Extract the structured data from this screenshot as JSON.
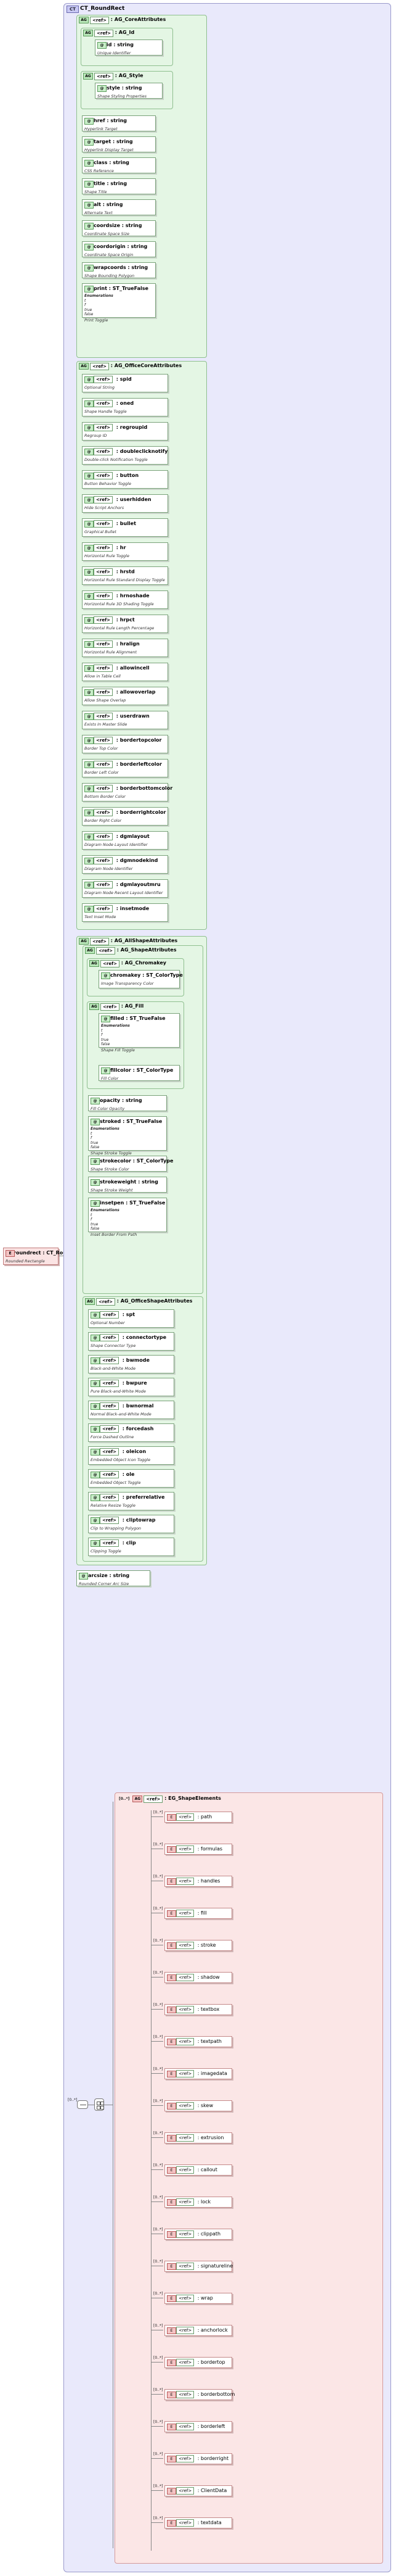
{
  "root": {
    "name": "roundrect",
    "type": "CT_RoundRect",
    "doc": "Rounded Rectangle"
  },
  "ct": {
    "badge": "CT",
    "title": "CT_RoundRect"
  },
  "labels": {
    "attr_badge": "@",
    "group_badge": "AG",
    "element_badge": "E",
    "ref_tag": "<ref>",
    "multiplicity": "[0..*]",
    "seq_symbol": "1..*",
    "choice_multiplicity": "[0..*]",
    "enum_head": "Enumerations"
  },
  "core": {
    "title": "AG_CoreAttributes",
    "id_group": {
      "title": "AG_Id",
      "attr": "id",
      "type": "string",
      "doc": "Unique Identifier"
    },
    "style_group": {
      "title": "AG_Style",
      "attr": "style",
      "type": "string",
      "doc": "Shape Styling Properties"
    },
    "attrs": [
      {
        "name": "href",
        "type": "string",
        "doc": "Hyperlink Target"
      },
      {
        "name": "target",
        "type": "string",
        "doc": "Hyperlink Display Target"
      },
      {
        "name": "class",
        "type": "string",
        "doc": "CSS Reference"
      },
      {
        "name": "title",
        "type": "string",
        "doc": "Shape Title"
      },
      {
        "name": "alt",
        "type": "string",
        "doc": "Alternate Text"
      },
      {
        "name": "coordsize",
        "type": "string",
        "doc": "Coordinate Space Size"
      },
      {
        "name": "coordorigin",
        "type": "string",
        "doc": "Coordinate Space Origin"
      },
      {
        "name": "wrapcoords",
        "type": "string",
        "doc": "Shape Bounding Polygon"
      },
      {
        "name": "print",
        "type": "ST_TrueFalse",
        "doc": "Print Toggle",
        "enums": [
          "t",
          "f",
          "true",
          "false"
        ]
      }
    ]
  },
  "office": {
    "title": "AG_OfficeCoreAttributes",
    "attrs": [
      {
        "name": "spid",
        "doc": "Optional String"
      },
      {
        "name": "oned",
        "doc": "Shape Handle Toggle"
      },
      {
        "name": "regroupid",
        "doc": "Regroup ID"
      },
      {
        "name": "doubleclicknotify",
        "doc": "Double-click Notification Toggle"
      },
      {
        "name": "button",
        "doc": "Button Behavior Toggle"
      },
      {
        "name": "userhidden",
        "doc": "Hide Script Anchors"
      },
      {
        "name": "bullet",
        "doc": "Graphical Bullet"
      },
      {
        "name": "hr",
        "doc": "Horizontal Rule Toggle"
      },
      {
        "name": "hrstd",
        "doc": "Horizontal Rule Standard Display Toggle"
      },
      {
        "name": "hrnoshade",
        "doc": "Horizontal Rule 3D Shading Toggle"
      },
      {
        "name": "hrpct",
        "doc": "Horizontal Rule Length Percentage"
      },
      {
        "name": "hralign",
        "doc": "Horizontal Rule Alignment"
      },
      {
        "name": "allowincell",
        "doc": "Allow in Table Cell"
      },
      {
        "name": "allowoverlap",
        "doc": "Allow Shape Overlap"
      },
      {
        "name": "userdrawn",
        "doc": "Exists In Master Slide"
      },
      {
        "name": "bordertopcolor",
        "doc": "Border Top Color"
      },
      {
        "name": "borderleftcolor",
        "doc": "Border Left Color"
      },
      {
        "name": "borderbottomcolor",
        "doc": "Bottom Border Color"
      },
      {
        "name": "borderrightcolor",
        "doc": "Border Right Color"
      },
      {
        "name": "dgmlayout",
        "doc": "Diagram Node Layout Identifier"
      },
      {
        "name": "dgmnodekind",
        "doc": "Diagram Node Identifier"
      },
      {
        "name": "dgmlayoutmru",
        "doc": "Diagram Node Recent Layout Identifier"
      },
      {
        "name": "insetmode",
        "doc": "Text Inset Mode"
      }
    ]
  },
  "all": {
    "title": "AG_AllShapeAttributes"
  },
  "shape": {
    "title": "AG_ShapeAttributes",
    "chroma": {
      "title": "AG_Chromakey",
      "attr": "chromakey",
      "type": "ST_ColorType",
      "doc": "Image Transparency Color"
    },
    "fill": {
      "title": "AG_Fill",
      "filled": {
        "name": "filled",
        "type": "ST_TrueFalse",
        "doc": "Shape Fill Toggle",
        "enums": [
          "t",
          "f",
          "true",
          "false"
        ]
      },
      "fillcolor": {
        "name": "fillcolor",
        "type": "ST_ColorType",
        "doc": "Fill Color"
      }
    },
    "attrs": [
      {
        "name": "opacity",
        "type": "string",
        "doc": "Fill Color Opacity"
      },
      {
        "name": "stroked",
        "type": "ST_TrueFalse",
        "doc": "Shape Stroke Toggle",
        "enums": [
          "t",
          "f",
          "true",
          "false"
        ]
      },
      {
        "name": "strokecolor",
        "type": "ST_ColorType",
        "doc": "Shape Stroke Color"
      },
      {
        "name": "strokeweight",
        "type": "string",
        "doc": "Shape Stroke Weight"
      },
      {
        "name": "insetpen",
        "type": "ST_TrueFalse",
        "doc": "Inset Border From Path",
        "enums": [
          "t",
          "f",
          "true",
          "false"
        ]
      }
    ]
  },
  "oshape": {
    "title": "AG_OfficeShapeAttributes",
    "attrs": [
      {
        "name": "spt",
        "doc": "Optional Number"
      },
      {
        "name": "connectortype",
        "doc": "Shape Connector Type"
      },
      {
        "name": "bwmode",
        "doc": "Black-and-White Mode"
      },
      {
        "name": "bwpure",
        "doc": "Pure Black-and-White Mode"
      },
      {
        "name": "bwnormal",
        "doc": "Normal Black-and-White Mode"
      },
      {
        "name": "forcedash",
        "doc": "Force Dashed Outline"
      },
      {
        "name": "oleicon",
        "doc": "Embedded Object Icon Toggle"
      },
      {
        "name": "ole",
        "doc": "Embedded Object Toggle"
      },
      {
        "name": "preferrelative",
        "doc": "Relative Resize Toggle"
      },
      {
        "name": "cliptowrap",
        "doc": "Clip to Wrapping Polygon"
      },
      {
        "name": "clip",
        "doc": "Clipping Toggle"
      }
    ]
  },
  "arcsize": {
    "name": "arcsize",
    "type": "string",
    "doc": "Rounded Corner Arc Size"
  },
  "group_elems": {
    "title": "EG_ShapeElements",
    "items": [
      "path",
      "formulas",
      "handles",
      "fill",
      "stroke",
      "shadow",
      "textbox",
      "textpath",
      "imagedata",
      "skew",
      "extrusion",
      "callout",
      "lock",
      "clippath",
      "signatureline",
      "wrap",
      "anchorlock",
      "bordertop",
      "borderbottom",
      "borderleft",
      "borderright",
      "ClientData",
      "textdata"
    ]
  }
}
